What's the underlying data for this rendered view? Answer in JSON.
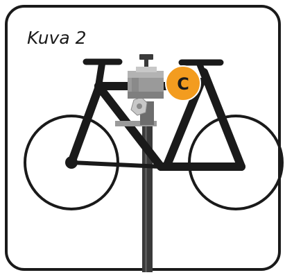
{
  "figure": {
    "caption": "Kuva 2",
    "callout_label": "C"
  },
  "colors": {
    "frame_border": "#1a1a1a",
    "bicycle": "#1a1a1a",
    "stand_pole": "#3a3a3a",
    "clamp_body": "#9a9a9a",
    "clamp_dark": "#6d6d6d",
    "clamp_light": "#c8c8c8",
    "callout_fill": "#f39c1f",
    "callout_text": "#1a1a1a"
  },
  "icons": {
    "illustration": "bicycle-in-repair-stand",
    "callout": "orange-circle-marker"
  }
}
